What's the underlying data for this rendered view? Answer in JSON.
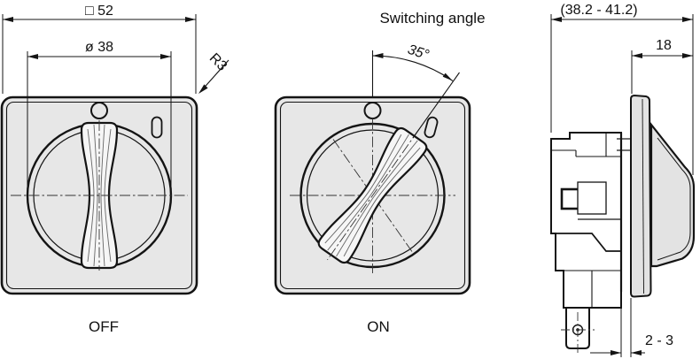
{
  "drawing": {
    "views": {
      "front_off": {
        "label": "OFF",
        "dim_square": "□ 52",
        "dim_knob_diameter": "ø 38",
        "dim_corner_radius": "R3"
      },
      "front_on": {
        "label": "ON",
        "annotation": "Switching angle",
        "dim_switching_angle": "35°"
      },
      "side": {
        "dim_total_depth": "(38.2 - 41.2)",
        "dim_knob_height": "18",
        "dim_panel_thickness": "2 - 3"
      }
    },
    "colors": {
      "plate_fill": "#e7e7e7",
      "handle_fill": "#f6f6f6",
      "side_gray_fill": "#e3e3e3",
      "line": "#141414",
      "centerline": "#333333"
    }
  }
}
